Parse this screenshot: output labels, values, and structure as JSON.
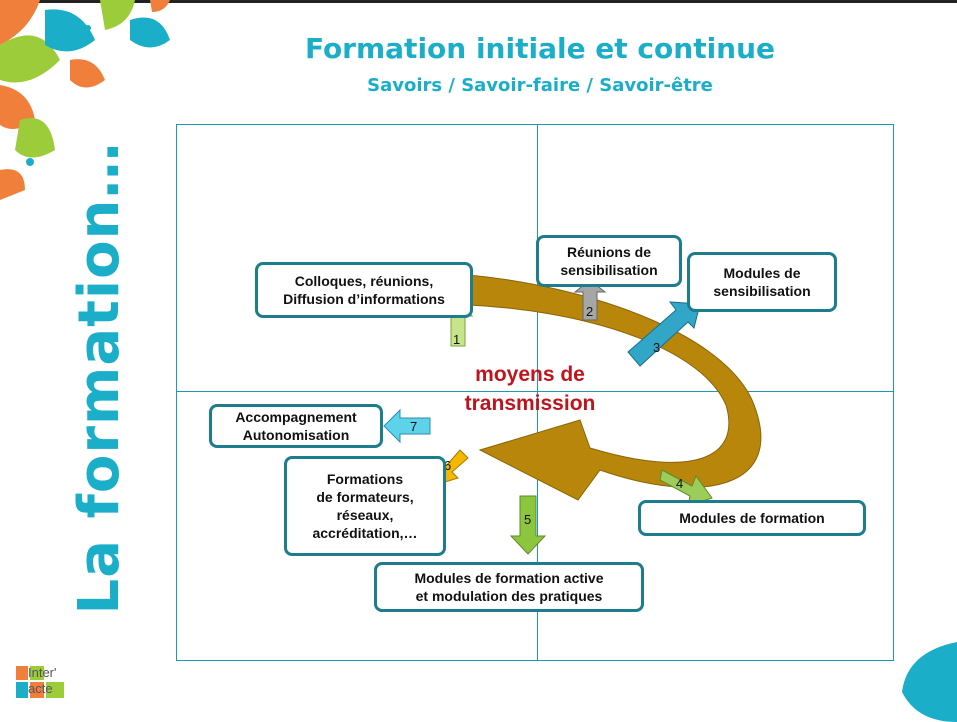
{
  "title": "Formation initiale et continue",
  "subtitle": "Savoirs / Savoir-faire / Savoir-être",
  "side_title": "La formation…",
  "center_label": "moyens de\ntransmission",
  "colors": {
    "teal": "#1baec8",
    "box_border": "#1d7d8c",
    "cycle_arrow": "#b8860b",
    "center_text": "#c0141c"
  },
  "boxes": {
    "colloques": "Colloques, réunions,\nDiffusion d’informations",
    "reunions_sens": "Réunions de\nsensibilisation",
    "modules_sens": "Modules de\nsensibilisation",
    "modules_formation": "Modules de formation",
    "modules_active": "Modules de formation active\net modulation des pratiques",
    "formateurs": "Formations\nde formateurs,\nréseaux,\naccréditation,…",
    "accompagnement": "Accompagnement\nAutonomisation"
  },
  "steps": [
    {
      "n": "1",
      "color": "#c5e58a"
    },
    {
      "n": "2",
      "color": "#a6a6a6"
    },
    {
      "n": "3",
      "color": "#31a6c6"
    },
    {
      "n": "4",
      "color": "#9ccc5a"
    },
    {
      "n": "5",
      "color": "#8cc63f"
    },
    {
      "n": "6",
      "color": "#f5b800"
    },
    {
      "n": "7",
      "color": "#5ed2ea"
    }
  ],
  "logo": {
    "line1": "Inter'",
    "line2": "acte"
  }
}
